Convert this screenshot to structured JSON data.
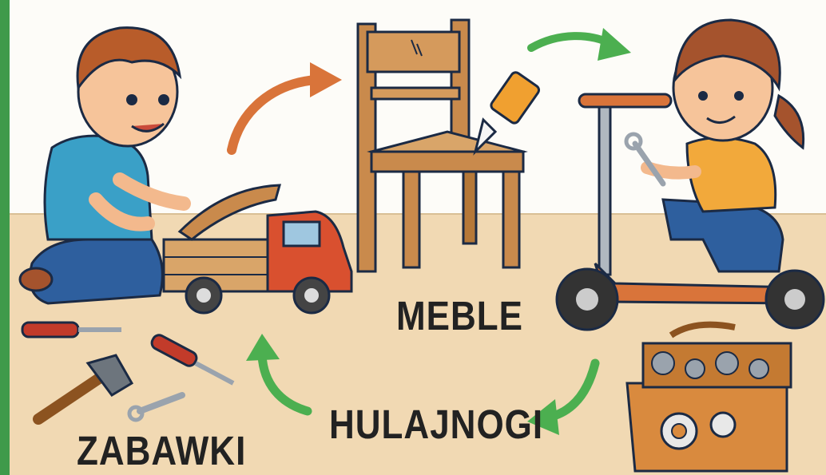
{
  "labels": {
    "meble": "MEBLE",
    "hulajnogi": "HULAJNOGI",
    "zabawki": "ZABAWKI"
  },
  "colors": {
    "frame_green": "#3f9a4a",
    "wall": "#fdfcf8",
    "floor": "#f1d9b3",
    "wood": "#c98a4c",
    "truck_red": "#d9502f",
    "arrow_orange": "#d9743a",
    "arrow_green": "#4caf50",
    "toolbox": "#d98a3e"
  },
  "icons": [
    "boy-figure",
    "girl-figure",
    "chair-icon",
    "glue-bottle-icon",
    "toy-truck-icon",
    "scooter-icon",
    "toolbox-icon",
    "hammer-icon",
    "screwdriver-icon",
    "wrench-icon"
  ]
}
